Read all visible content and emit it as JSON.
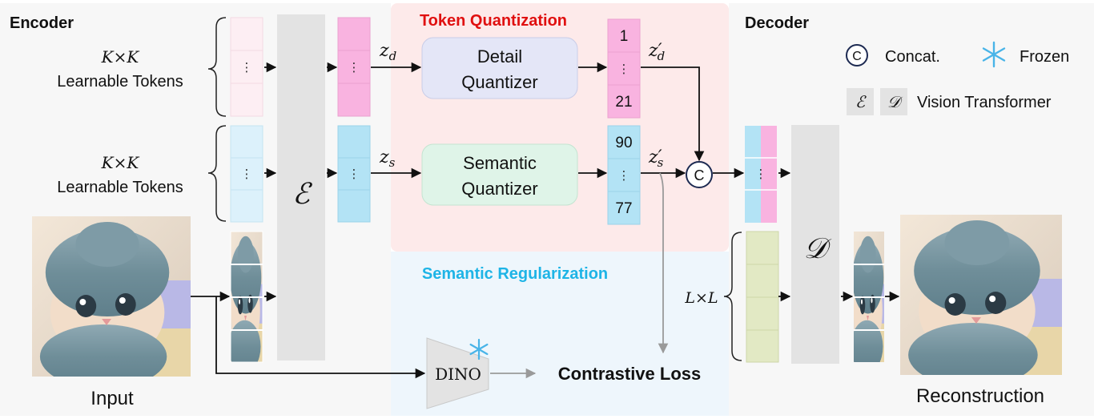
{
  "sections": {
    "encoder": "Encoder",
    "token_quantization": "Token Quantization",
    "decoder": "Decoder",
    "semantic_regularization": "Semantic Regularization"
  },
  "learnable_tokens": {
    "size_top": "K×K",
    "label_top": "Learnable Tokens",
    "size_bottom": "K×K",
    "label_bottom": "Learnable Tokens"
  },
  "encoder_symbol": "ℰ",
  "decoder_symbol": "𝒟",
  "latents": {
    "z_d": "z",
    "z_d_sub": "d",
    "z_s": "z",
    "z_s_sub": "s",
    "z_d_prime": "z′",
    "z_d_prime_sub": "d",
    "z_s_prime": "z′",
    "z_s_prime_sub": "s"
  },
  "quantizers": {
    "detail_line1": "Detail",
    "detail_line2": "Quantizer",
    "semantic_line1": "Semantic",
    "semantic_line2": "Quantizer"
  },
  "detail_indices": [
    "1",
    "⋮",
    "21"
  ],
  "semantic_indices": [
    "90",
    "⋮",
    "77"
  ],
  "concat_symbol": "C",
  "legend": {
    "concat": "Concat.",
    "frozen": "Frozen",
    "vit_e": "ℰ",
    "vit_d": "𝒟",
    "vit": "Vision Transformer"
  },
  "ellipsis": "⋮",
  "dino": "DINO",
  "contrastive_loss": "Contrastive Loss",
  "input_label": "Input",
  "reconstruction_label": "Reconstruction",
  "decoder_tokens_size": "L×L",
  "colors": {
    "detail_pink": "#f9b3e0",
    "semantic_blue": "#b3e3f5",
    "pale_pink": "#fdeef3",
    "pale_blue": "#dcf1fb",
    "olive": "#e2e9c4",
    "vit_gray": "#e3e3e3",
    "token_quant_bg": "#fdeaea",
    "semantic_reg_bg": "#eef6fc",
    "token_quant_title": "#e01010",
    "semantic_reg_title": "#1eb4e6",
    "detail_quantizer_fill": "#e4e6f7",
    "semantic_quantizer_fill": "#dff4e8"
  }
}
